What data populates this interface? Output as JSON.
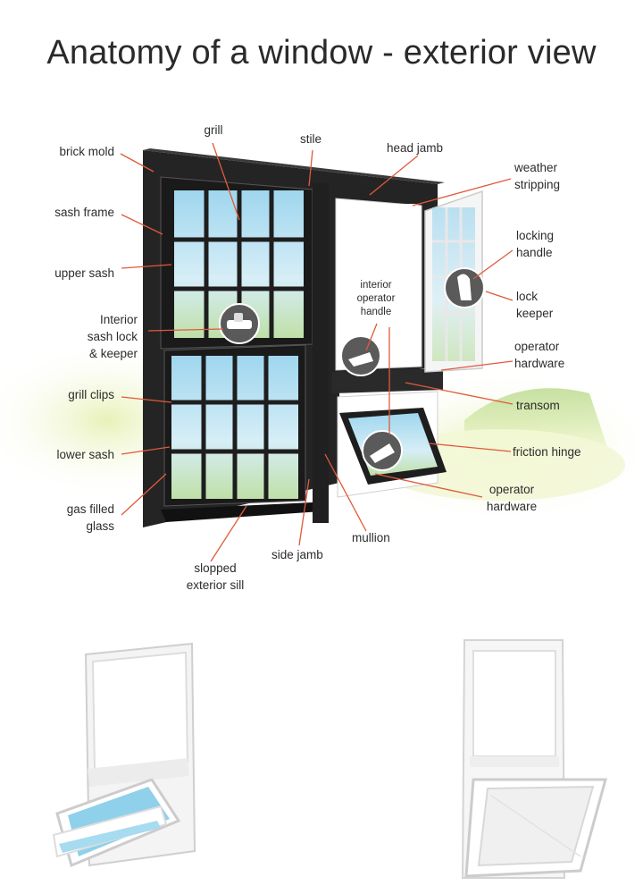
{
  "title": "Anatomy of a window - exterior view",
  "labels": {
    "brick_mold": "brick mold",
    "grill": "grill",
    "stile": "stile",
    "head_jamb": "head jamb",
    "weather_stripping": [
      "weather",
      "stripping"
    ],
    "sash_frame": "sash frame",
    "upper_sash": "upper sash",
    "locking_handle": [
      "locking",
      "handle"
    ],
    "lock_keeper": [
      "lock",
      "keeper"
    ],
    "interior_operator_handle": [
      "interior",
      "operator",
      "handle"
    ],
    "interior_sash_lock": [
      "Interior",
      "sash lock",
      "& keeper"
    ],
    "operator_hardware_top": [
      "operator",
      "hardware"
    ],
    "transom": "transom",
    "grill_clips": "grill clips",
    "friction_hinge": "friction hinge",
    "lower_sash": "lower sash",
    "operator_hardware_bottom": [
      "operator",
      "hardware"
    ],
    "gas_filled_glass": [
      "gas filled",
      "glass"
    ],
    "mullion": "mullion",
    "side_jamb": "side jamb",
    "slopped_exterior_sill": [
      "slopped",
      "exterior sill"
    ]
  },
  "colors": {
    "leader": "#e05a3a",
    "frame": "#262626",
    "glass": "#bfe3f2",
    "grass": "#cfe39a"
  },
  "icons": [
    "sash-lock-icon",
    "operator-handle-icon",
    "locking-handle-icon",
    "awning-operator-icon"
  ]
}
